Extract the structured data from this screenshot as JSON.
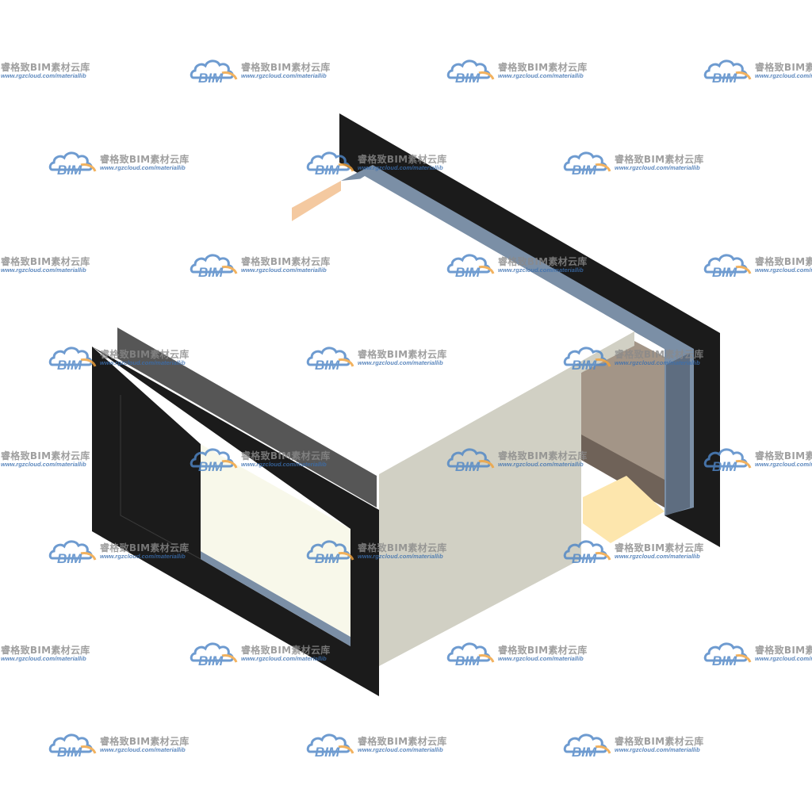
{
  "scene": {
    "subject": "bim-rectangular-duct-segment-with-flanges",
    "colors": {
      "flange": "#1b1b1b",
      "flange_side": "#565656",
      "duct_top": "#ffffff",
      "duct_front": "#d1d0c4",
      "opening": "#f8f8ea",
      "inner_edge": "#7b8fa6",
      "inner_right": "#5e6d80",
      "back_inner": "#a39587",
      "back_inner_dark": "#6f6258",
      "orange_accent": "#f4c9a0",
      "yellow_accent": "#fde6ad"
    }
  },
  "watermark": {
    "logo_text": "BIM",
    "name": "睿格致BIM素材云库",
    "url": "www.rgzcloud.com/materiallib",
    "colors": {
      "cloud": "#4f86c6",
      "swoosh": "#f0a23c",
      "name": "#8a8a8a",
      "url": "#3a6fb0"
    }
  }
}
